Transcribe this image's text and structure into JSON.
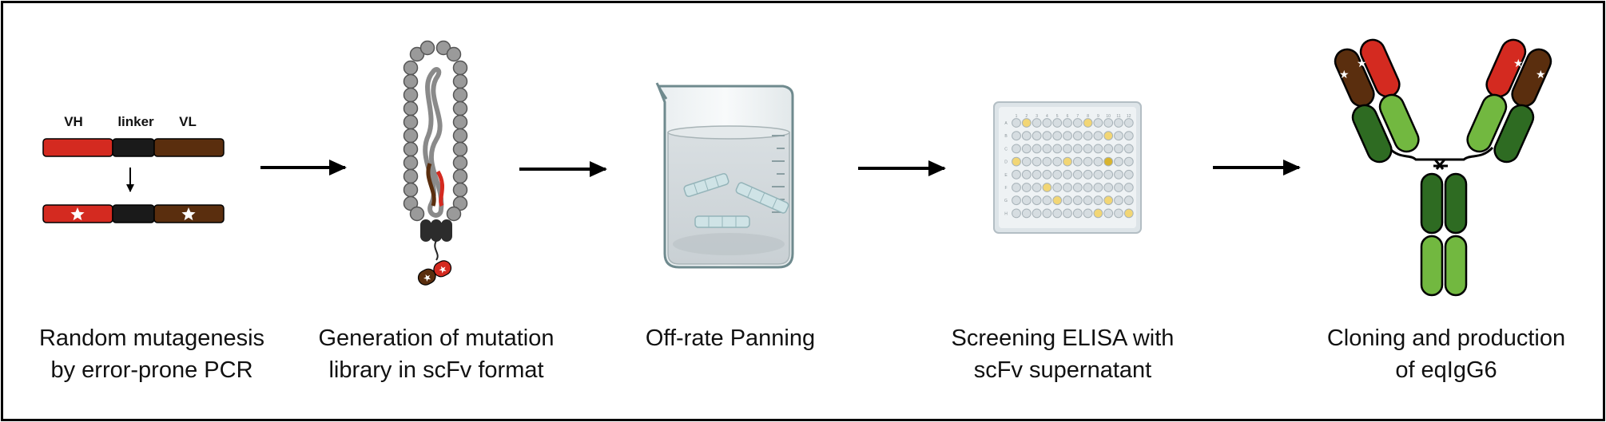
{
  "steps": [
    {
      "caption": "Random mutagenesis\nby error-prone PCR"
    },
    {
      "caption": "Generation of mutation\nlibrary in scFv format"
    },
    {
      "caption": "Off-rate Panning"
    },
    {
      "caption": "Screening ELISA with\nscFv supernatant"
    },
    {
      "caption": "Cloning and production\nof eqIgG6"
    }
  ],
  "segment_labels": {
    "vh": "VH",
    "linker": "linker",
    "vl": "VL"
  },
  "plate": {
    "column_numbers": [
      "1",
      "2",
      "3",
      "4",
      "5",
      "6",
      "7",
      "8",
      "9",
      "10",
      "11",
      "12"
    ],
    "row_letters": [
      "A",
      "B",
      "C",
      "D",
      "E",
      "F",
      "G",
      "H"
    ]
  },
  "colors": {
    "vh_red": "#d42a20",
    "vl_brown": "#5a2e0e",
    "linker_black": "#1a1a1a",
    "dark_green": "#2e6b22",
    "light_green": "#72b840",
    "phage_gray": "#9a9a9a",
    "well_hit": "#f2d675"
  }
}
